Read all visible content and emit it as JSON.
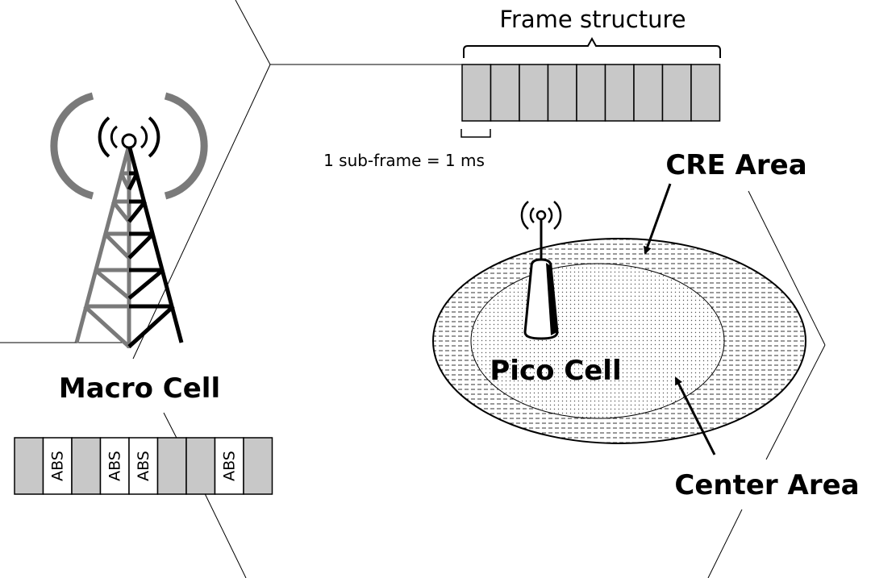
{
  "labels": {
    "frame_structure": "Frame structure",
    "subframe": "1 sub-frame = 1 ms",
    "cre_area": "CRE Area",
    "macro_cell": "Macro Cell",
    "pico_cell": "Pico Cell",
    "center_area": "Center Area"
  },
  "frame_strip": {
    "subframe_count": 9
  },
  "abs_strip": {
    "cells": [
      "",
      "ABS",
      "",
      "ABS",
      "ABS",
      "",
      "",
      "ABS",
      ""
    ]
  },
  "colors": {
    "subframe_fill": "#c8c8c8",
    "line": "#000000",
    "pattern": "#444444"
  }
}
